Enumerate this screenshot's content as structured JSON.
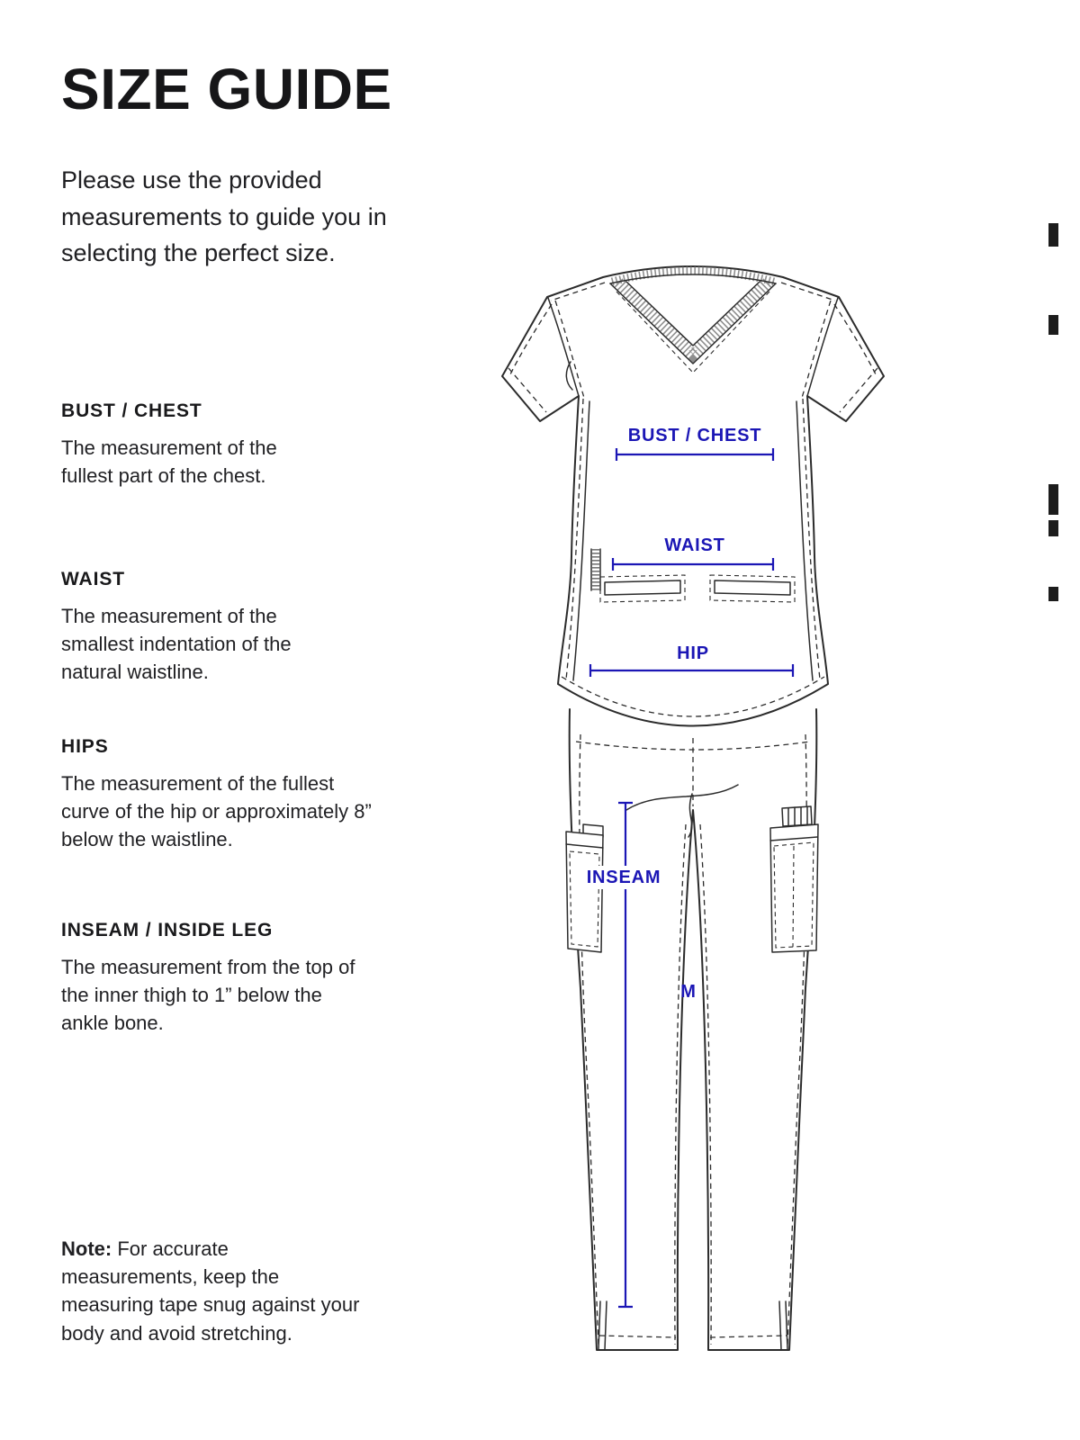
{
  "page": {
    "title": "SIZE GUIDE",
    "intro": "Please use the provided measurements to guide you in selecting the perfect size.",
    "sections": [
      {
        "heading": "BUST / CHEST",
        "body": "The measurement of the fullest part of the chest."
      },
      {
        "heading": "WAIST",
        "body": "The measurement of the smallest indentation of the natural waistline."
      },
      {
        "heading": "HIPS",
        "body": "The measurement of the fullest curve of the hip or approximately 8” below the waistline."
      },
      {
        "heading": "INSEAM / INSIDE LEG",
        "body": "The measurement from the top of the inner thigh to 1” below the ankle bone."
      }
    ],
    "note": {
      "label": "Note:",
      "body": " For accurate measurements, keep the measuring tape snug against your body and avoid stretching."
    }
  },
  "diagram": {
    "labels": {
      "bust": "BUST / CHEST",
      "waist": "WAIST",
      "hip": "HIP",
      "inseam": "INSEAM",
      "size": "M"
    },
    "accent_color": "#1b16b5",
    "line_color": "#2b2b2b"
  }
}
